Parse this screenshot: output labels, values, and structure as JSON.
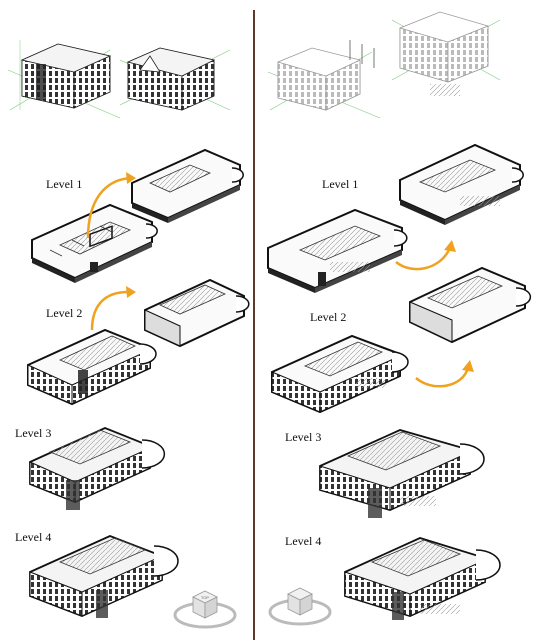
{
  "left": {
    "labels": [
      "Level 1",
      "Level 2",
      "Level 3",
      "Level 4"
    ],
    "viewcube_label": "TOP"
  },
  "right": {
    "labels": [
      "Level 1",
      "Level 2",
      "Level 3",
      "Level 4"
    ]
  },
  "colors": {
    "divider": "#5b3a2b",
    "arrow": "#f0a21f",
    "guide": "#7fc97f",
    "line": "#222222",
    "wall": "#111111"
  }
}
